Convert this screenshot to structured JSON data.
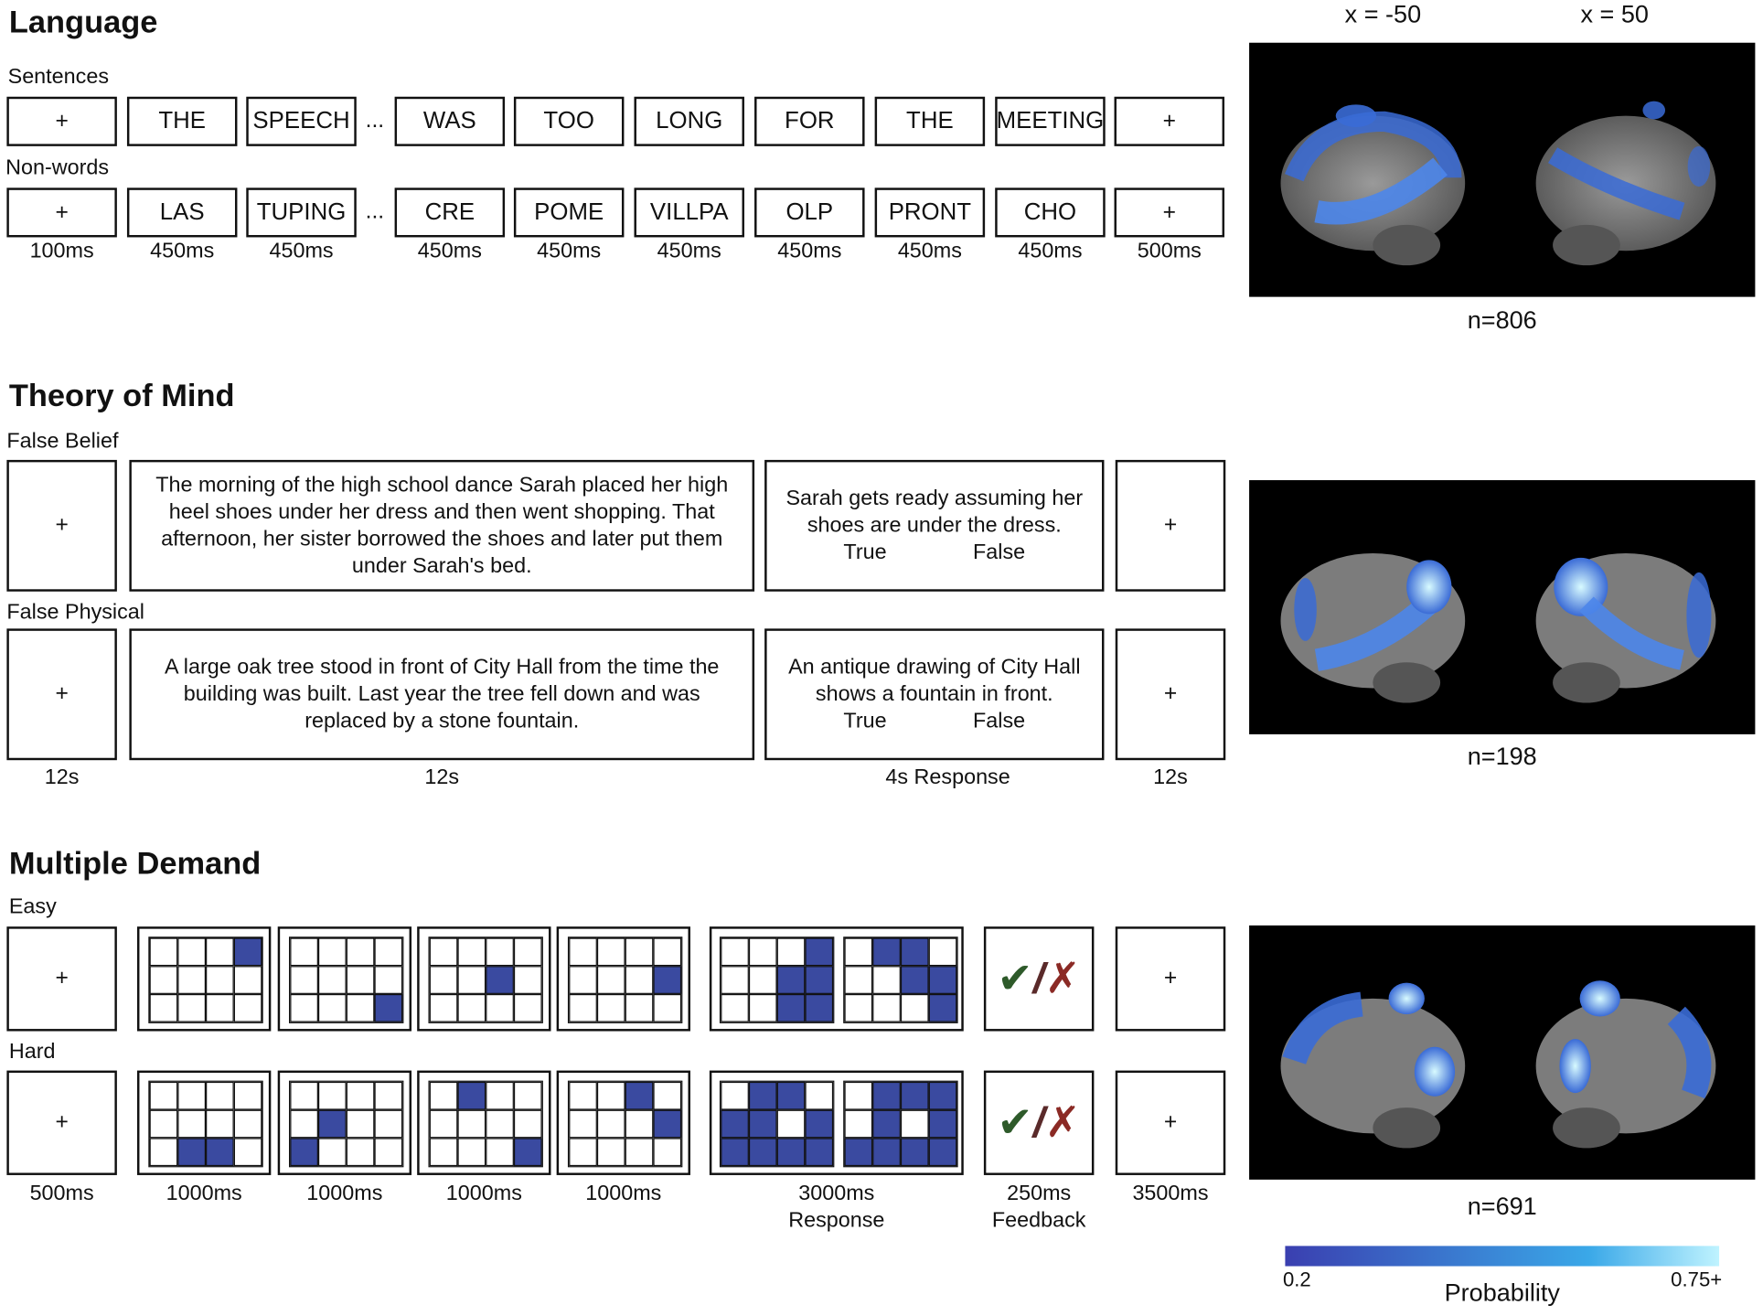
{
  "language": {
    "title": "Language",
    "sentences_label": "Sentences",
    "nonwords_label": "Non-words",
    "sentence_words": [
      "+",
      "THE",
      "SPEECH",
      "WAS",
      "TOO",
      "LONG",
      "FOR",
      "THE",
      "MEETING",
      "+"
    ],
    "nonword_words": [
      "+",
      "LAS",
      "TUPING",
      "CRE",
      "POME",
      "VILLPA",
      "OLP",
      "PRONT",
      "CHO",
      "+"
    ],
    "ellipsis": "...",
    "timings": [
      "100ms",
      "450ms",
      "450ms",
      "450ms",
      "450ms",
      "450ms",
      "450ms",
      "450ms",
      "450ms",
      "500ms"
    ],
    "coord_left": "x = -50",
    "coord_right": "x = 50",
    "n": "n=806"
  },
  "tom": {
    "title": "Theory of Mind",
    "false_belief_label": "False Belief",
    "false_physical_label": "False Physical",
    "fixation": "+",
    "belief_story": "The morning of the high school dance Sarah placed her high heel shoes under her dress and then went shopping. That afternoon, her sister borrowed the shoes and later put them under Sarah's bed.",
    "belief_question": "Sarah gets ready assuming her shoes are under the dress.",
    "physical_story": "A large oak tree stood in front of City Hall from the time the building was built. Last year the tree fell down and was replaced by a stone fountain.",
    "physical_question": "An antique drawing of City Hall shows a fountain in front.",
    "true_label": "True",
    "false_label": "False",
    "timings": [
      "12s",
      "12s",
      "4s Response",
      "12s"
    ],
    "n": "n=198"
  },
  "md": {
    "title": "Multiple Demand",
    "easy_label": "Easy",
    "hard_label": "Hard",
    "fixation": "+",
    "check_mark": "✔",
    "slash": "/",
    "cross_mark": "✗",
    "easy_frames": [
      [
        3
      ],
      [
        11
      ],
      [
        6
      ],
      [
        7
      ]
    ],
    "hard_frames": [
      [
        9,
        10
      ],
      [
        5,
        8
      ],
      [
        1,
        11
      ],
      [
        2,
        7
      ]
    ],
    "easy_choices": [
      [
        3,
        7,
        11,
        6,
        10
      ],
      [
        1,
        2,
        6,
        7,
        11
      ]
    ],
    "hard_choices": [
      [
        1,
        2,
        4,
        5,
        7,
        8,
        9,
        10,
        11
      ],
      [
        1,
        3,
        5,
        7,
        8,
        9,
        10,
        11,
        2
      ]
    ],
    "timings": [
      "500ms",
      "1000ms",
      "1000ms",
      "1000ms",
      "1000ms",
      "3000ms",
      "250ms",
      "3500ms"
    ],
    "response_label": "Response",
    "feedback_label": "Feedback",
    "n": "n=691"
  },
  "colorbar": {
    "min_label": "0.2",
    "max_label": "0.75+",
    "title": "Probability",
    "color_low": "#3a3fb0",
    "color_high": "#bff3ff"
  }
}
